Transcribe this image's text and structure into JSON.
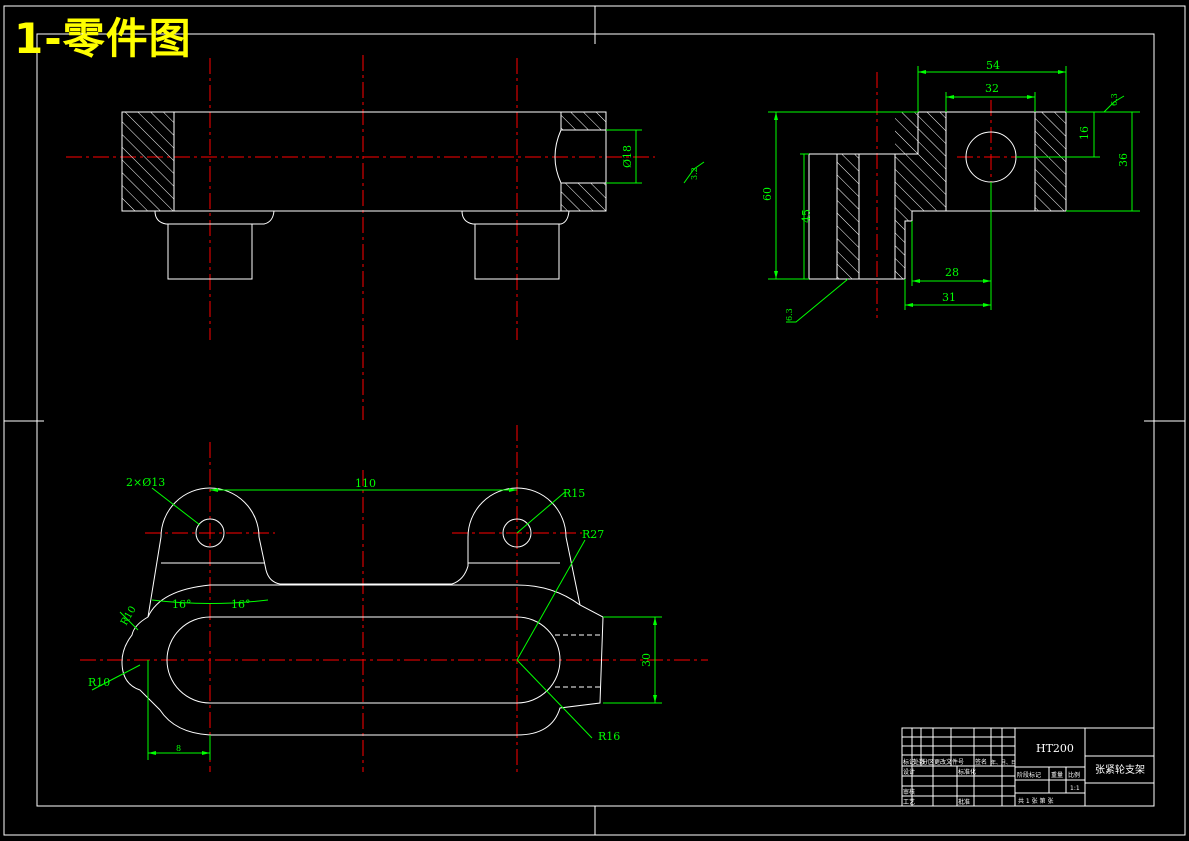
{
  "sheet": {
    "title": "1-零件图"
  },
  "colors": {
    "background": "#000000",
    "outline": "#ffffff",
    "centerline": "#ff0000",
    "dimension": "#00ff00",
    "title_text": "#ffff00"
  },
  "views": {
    "front": {
      "dims": {
        "bore": "Ø18",
        "roughness": "3.2"
      }
    },
    "side": {
      "dims": {
        "d54": "54",
        "d32": "32",
        "d16": "16",
        "d36": "36",
        "d60": "60",
        "d45": "45",
        "d28": "28",
        "d31": "31",
        "roughness_top": "6.3",
        "roughness_bottom": "6.3"
      }
    },
    "top": {
      "dims": {
        "holes": "2×Ø13",
        "d110": "110",
        "r15": "R15",
        "r27": "R27",
        "ang1": "16°",
        "ang2": "16°",
        "k10": "R10",
        "r10": "R10",
        "d30": "30",
        "r16": "R16",
        "d_bottom": "8"
      }
    }
  },
  "title_block": {
    "material": "HT200",
    "part_name": "张紧轮支架",
    "row_labels": [
      "标记",
      "处数",
      "分区",
      "更改文件号",
      "签名",
      "年、月、日"
    ],
    "design": "设计",
    "standardize": "标准化",
    "review": "审核",
    "process": "工艺",
    "approve": "批准",
    "stage_headers": [
      "阶段标记",
      "重量",
      "比例"
    ],
    "scale": "1:1",
    "sheets": "共 1 张  第  张"
  }
}
